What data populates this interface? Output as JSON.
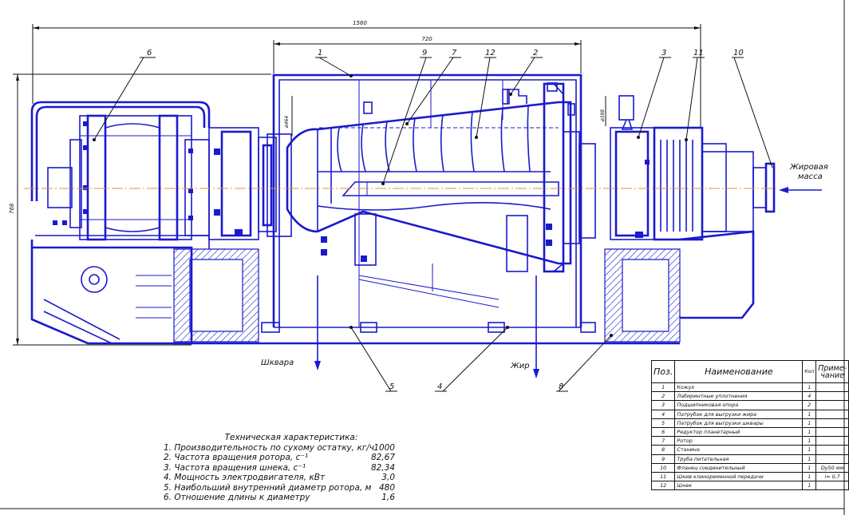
{
  "dimensions": {
    "overall_length": "1560",
    "rotor_housing_width": "720",
    "overall_height": "768",
    "diameter_left": "ø464",
    "diameter_right": "ø398"
  },
  "position_labels": [
    "1",
    "2",
    "3",
    "4",
    "5",
    "6",
    "7",
    "8",
    "9",
    "10",
    "11",
    "12"
  ],
  "flow_labels": {
    "inlet": "Жировая масса",
    "outlet_left": "Шквара",
    "outlet_right": "Жир"
  },
  "specs": {
    "title": "Техническая характеристика:",
    "rows": [
      {
        "label": "1. Производительность по сухому остатку, кг/ч",
        "value": "1000"
      },
      {
        "label": "2. Частота вращения ротора, с⁻¹",
        "value": "82,67"
      },
      {
        "label": "3. Частота вращения шнека, с⁻¹",
        "value": "82,34"
      },
      {
        "label": "4. Мощность электродвигателя, кВт",
        "value": "3,0"
      },
      {
        "label": "5. Наибольший внутренний диаметр ротора, м",
        "value": "480"
      },
      {
        "label": "6. Отношение длины к диаметру",
        "value": "1,6"
      }
    ]
  },
  "parts_table": {
    "headers": {
      "pos": "Поз.",
      "name": "Наименование",
      "qty": "Кол",
      "note": "Приме-\nчание"
    },
    "rows": [
      {
        "pos": "1",
        "name": "Кожух",
        "qty": "1",
        "note": ""
      },
      {
        "pos": "2",
        "name": "Лабиринтные уплотнения",
        "qty": "4",
        "note": ""
      },
      {
        "pos": "3",
        "name": "Подшипниковая опора",
        "qty": "2",
        "note": ""
      },
      {
        "pos": "4",
        "name": "Патрубок для выгрузки жира",
        "qty": "1",
        "note": ""
      },
      {
        "pos": "5",
        "name": "Патрубок для выгрузки шквары",
        "qty": "1",
        "note": ""
      },
      {
        "pos": "6",
        "name": "Редуктор планетарный",
        "qty": "1",
        "note": ""
      },
      {
        "pos": "7",
        "name": "Ротор",
        "qty": "1",
        "note": ""
      },
      {
        "pos": "8",
        "name": "Станина",
        "qty": "1",
        "note": ""
      },
      {
        "pos": "9",
        "name": "Труба питательная",
        "qty": "1",
        "note": ""
      },
      {
        "pos": "10",
        "name": "Фланец соединительный",
        "qty": "1",
        "note": "Dу50 мм"
      },
      {
        "pos": "11",
        "name": "Шкив клиноременной передачи",
        "qty": "1",
        "note": "i= 0,7"
      },
      {
        "pos": "12",
        "name": "Шнек",
        "qty": "1",
        "note": ""
      }
    ]
  },
  "colors": {
    "drawing_lines": "#1a1acc",
    "centerline": "#d49a2a",
    "text": "#111111"
  }
}
